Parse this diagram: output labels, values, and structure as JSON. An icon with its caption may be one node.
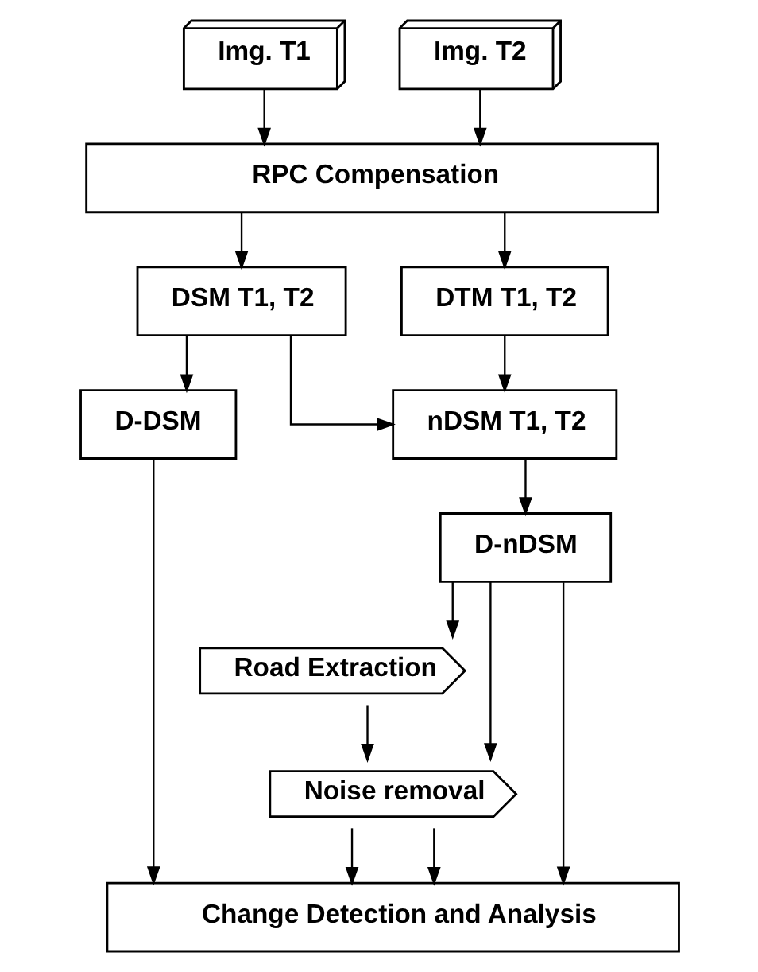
{
  "diagram": {
    "nodes": [
      {
        "text": [
          "Img. T1"
        ]
      },
      {
        "text": [
          "Img. T2"
        ]
      },
      {
        "text": [
          "RPC Compensation"
        ]
      },
      {
        "text": [
          "DSM T1, T2"
        ]
      },
      {
        "text": [
          "DTM T1, T2"
        ]
      },
      {
        "text": [
          "D-DSM"
        ]
      },
      {
        "text": [
          "nDSM T1, T2"
        ]
      },
      {
        "text": [
          "D-nDSM"
        ]
      },
      {
        "text": [
          "Road Extraction"
        ]
      },
      {
        "text": [
          "Noise removal"
        ]
      },
      {
        "text": [
          "Change Detection and Analysis"
        ]
      }
    ],
    "edges": [
      {
        "from": 0,
        "to": 2,
        "arrow": "to"
      },
      {
        "from": 1,
        "to": 2,
        "arrow": "to"
      },
      {
        "from": 2,
        "to": 3,
        "arrow": "to"
      },
      {
        "from": 2,
        "to": 4,
        "arrow": "to"
      },
      {
        "from": 3,
        "to": 5,
        "arrow": "to"
      },
      {
        "from": 3,
        "to": 6,
        "arrow": "to"
      },
      {
        "from": 4,
        "to": 6,
        "arrow": "to"
      },
      {
        "from": 5,
        "to": 10,
        "arrow": "to"
      },
      {
        "from": 6,
        "to": 7,
        "arrow": "to"
      },
      {
        "from": 7,
        "to": 8,
        "arrow": "to"
      },
      {
        "from": 7,
        "to": 9,
        "arrow": "to"
      },
      {
        "from": 7,
        "to": 10,
        "arrow": "to"
      },
      {
        "from": 8,
        "to": 9,
        "arrow": "to"
      },
      {
        "from": 9,
        "to": 10,
        "arrow": "to"
      },
      {
        "from": 9,
        "to": 10,
        "arrow": "to"
      }
    ]
  }
}
